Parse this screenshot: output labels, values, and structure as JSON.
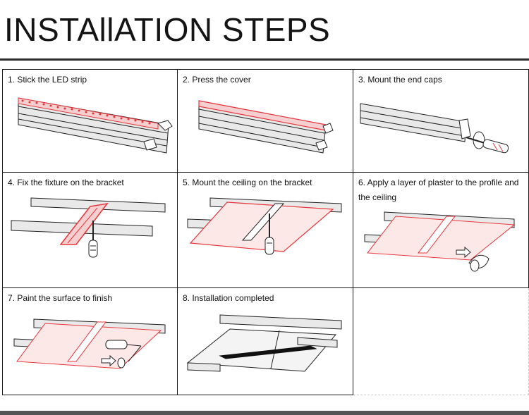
{
  "title": "INSTAllATION STEPS",
  "steps": [
    {
      "label": "1.  Stick the LED strip"
    },
    {
      "label": "2.  Press the cover"
    },
    {
      "label": "3.  Mount the end caps"
    },
    {
      "label": "4.  Fix the fixture on the bracket"
    },
    {
      "label": "5.  Mount the ceiling on the bracket"
    },
    {
      "label": "6.  Apply a layer of plaster to the profile and the ceiling"
    },
    {
      "label": "7.  Paint the surface to finish"
    },
    {
      "label": "8.  Installation completed"
    }
  ],
  "colors": {
    "highlight": "#e8353a",
    "highlight_fill": "#f6cfd0",
    "line": "#222222",
    "profile_fill": "#e9e9e9"
  },
  "icons": [
    "screwdriver-icon",
    "paint-roller-icon",
    "plaster-trowel-icon",
    "arrow-icon"
  ]
}
